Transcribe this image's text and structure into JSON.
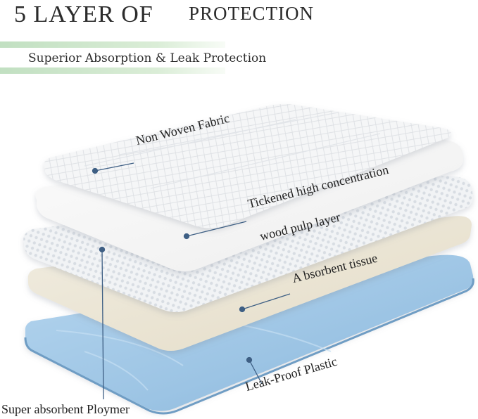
{
  "heading": {
    "main": "5 LAYER OF",
    "sub": "PROTECTION",
    "tagline": "Superior Absorption & Leak Protection"
  },
  "labels": {
    "non_woven": "Non Woven Fabric",
    "pulp_line1": "Tickened high concentration",
    "pulp_line2": "wood pulp layer",
    "tissue": "A bsorbent tissue",
    "plastic": "Leak-Proof Plastic",
    "polymer": "Super absorbent Ploymer"
  },
  "colors": {
    "callout": "#3e5f84",
    "accent_band": "#cfe6cc",
    "top_fabric": "#f4f5f6",
    "pulp": "#f8f8f7",
    "polymer_dots": "#e7ebef",
    "tissue": "#ece6d6",
    "plastic": "#9fc6e4"
  }
}
